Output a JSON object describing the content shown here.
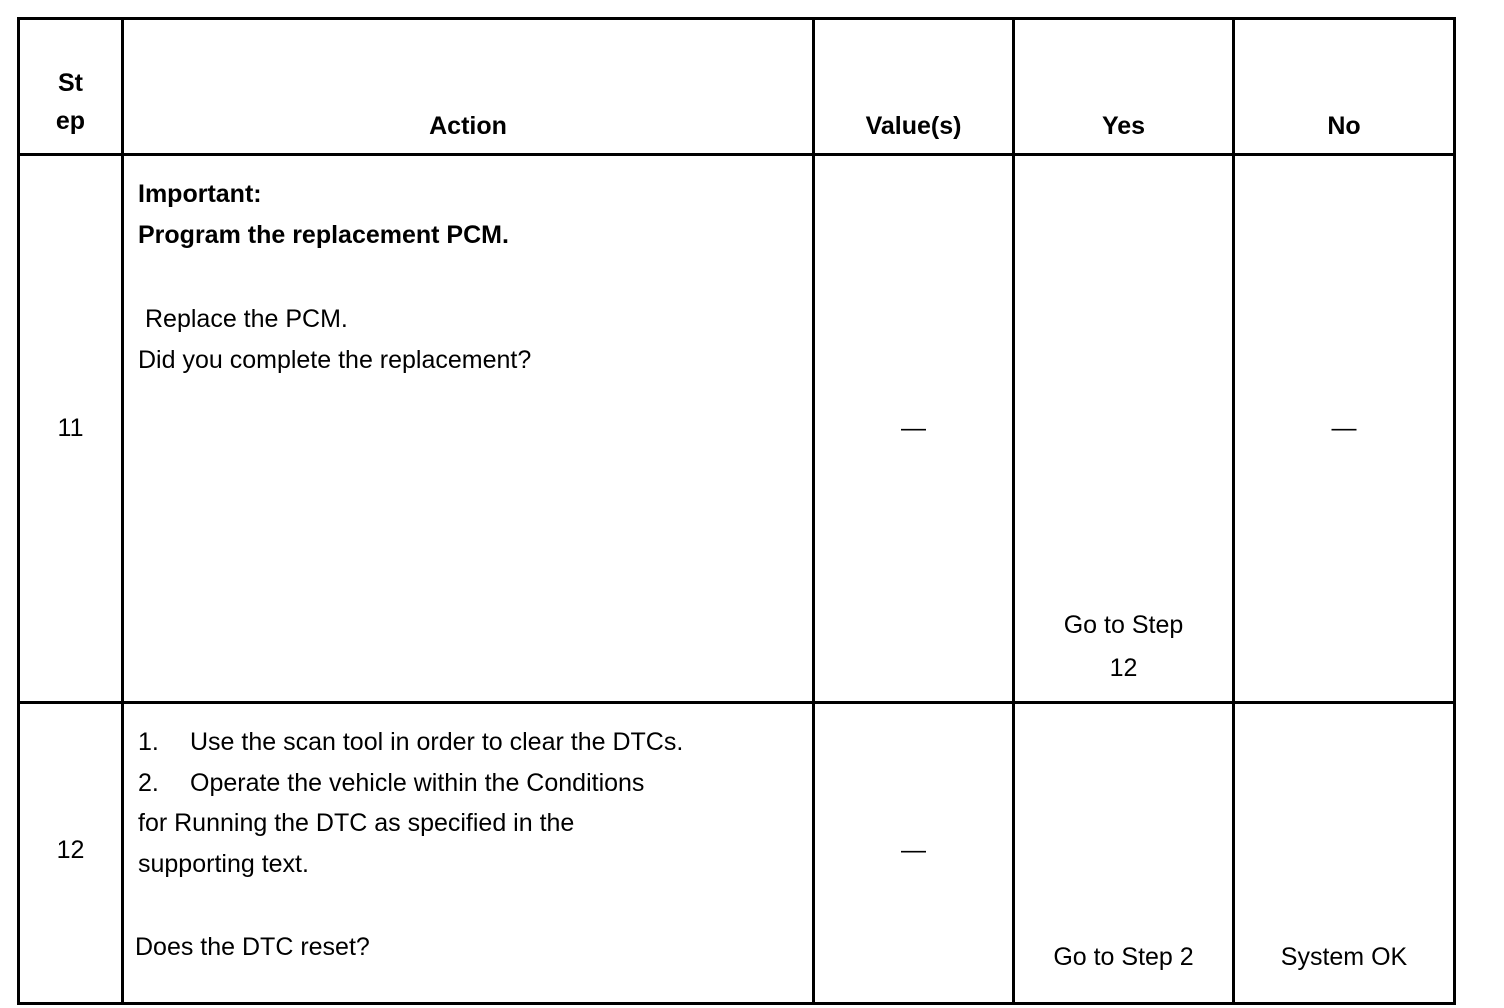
{
  "table": {
    "headers": {
      "step_line1": "St",
      "step_line2": "ep",
      "action": "Action",
      "values": "Value(s)",
      "yes": "Yes",
      "no": "No"
    },
    "rows": [
      {
        "step": "11",
        "action": {
          "important_label": "Important:",
          "important_text": "Program the replacement PCM.",
          "instruction": "Replace the PCM.",
          "question": "Did you complete the replacement?"
        },
        "value": "—",
        "yes_line1": "Go to Step",
        "yes_line2": "12",
        "no": "—"
      },
      {
        "step": "12",
        "action": {
          "item1_num": "1.",
          "item1_text": "Use the scan tool in order to clear the DTCs.",
          "item2_num": "2.",
          "item2_text": "Operate the vehicle within the Conditions",
          "item2_cont1": "for Running the DTC as specified in the",
          "item2_cont2": "supporting text.",
          "question": "Does the DTC reset?"
        },
        "value": "—",
        "yes": "Go to Step 2",
        "no": "System OK"
      }
    ]
  },
  "style": {
    "border_color": "#000000",
    "text_color": "#000000",
    "background": "#ffffff"
  }
}
